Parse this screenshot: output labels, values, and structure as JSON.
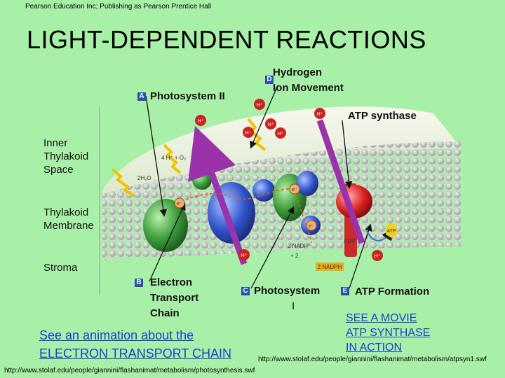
{
  "header": {
    "credit": "Pearson Education Inc; Publishing as Pearson Prentice Hall",
    "title": "LIGHT-DEPENDENT REACTIONS"
  },
  "diagram": {
    "labels": {
      "inner_thylakoid_1": "Inner",
      "inner_thylakoid_2": "Thylakoid",
      "inner_thylakoid_3": "Space",
      "membrane_1": "Thylakoid",
      "membrane_2": "Membrane",
      "stroma": "Stroma",
      "ps2": "Photosystem II",
      "etc_1": "Electron",
      "etc_2": "Transport",
      "etc_3": "Chain",
      "ps1_1": "Photosystem",
      "ps1_2": "I",
      "h_ion_1": "Hydrogen",
      "h_ion_2": "Ion Movement",
      "atp_synthase": "ATP synthase",
      "atp_formation": "ATP Formation"
    },
    "tags": {
      "a": "A",
      "b": "B",
      "c": "C",
      "d": "D",
      "e": "E"
    },
    "molecules": {
      "hplus": "H⁺",
      "water": "2H₂O",
      "oxygen": "4 H⁺ + O₂",
      "nadp": "2 NADP⁺",
      "plus2h": "+ 2",
      "nadph": "2 NADPH",
      "adp": "ADP",
      "atp": "ATP",
      "electron": "e⁻"
    }
  },
  "links": {
    "animation_1": "See an animation about the",
    "animation_2": "ELECTRON TRANSPORT CHAIN",
    "movie_1": "SEE A MOVIE",
    "movie_2": "ATP SYNTHASE",
    "movie_3": "IN ACTION",
    "url_photosynthesis": "http://www.stolaf.edu/people/giannini/flashanimat/metabolism/photosynthesis.swf",
    "url_atpsyn": "http://www.stolaf.edu/people/giannini/flashanimat/metabolism/atpsyn1.swf"
  },
  "colors": {
    "background": "#a8f0a8",
    "link": "#1d3fd0",
    "tag": "#2a4fb0",
    "membrane_top": "#f2f2e8",
    "ps2": "#3a9a3a",
    "etc": "#3355cc",
    "atp_synthase": "#dd2222",
    "proton": "#cc2222",
    "arrow": "#9a33aa"
  }
}
